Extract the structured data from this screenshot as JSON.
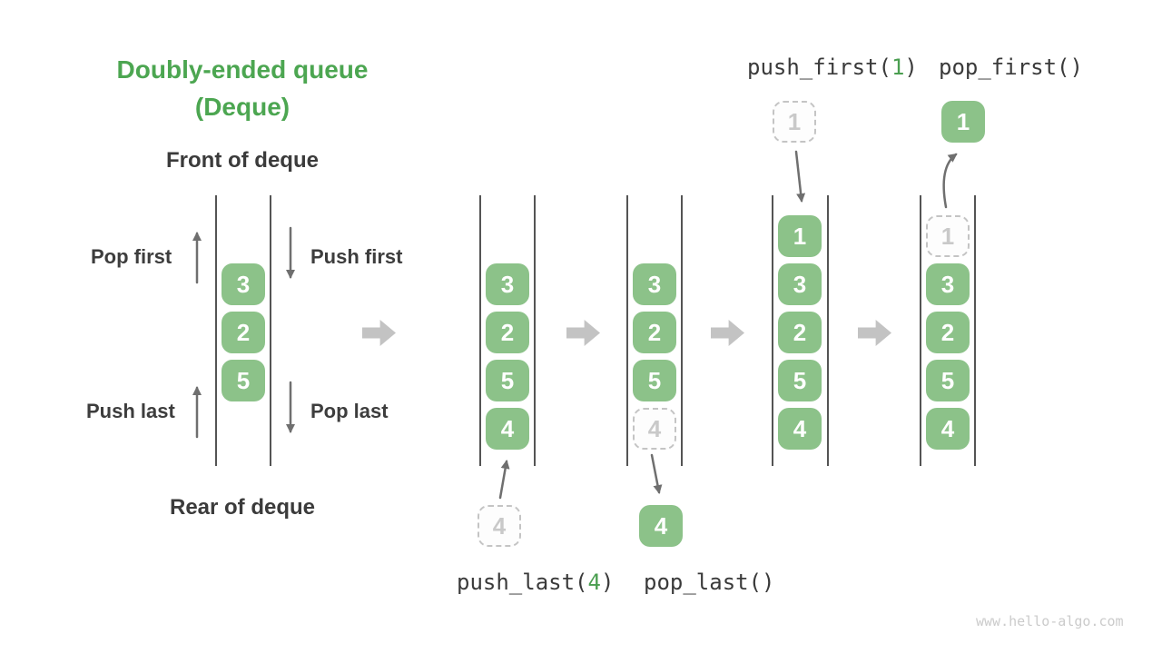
{
  "title": {
    "line1": "Doubly-ended queue",
    "line2": "(Deque)"
  },
  "labels": {
    "front": "Front of deque",
    "rear": "Rear of deque",
    "pop_first": "Pop first",
    "push_first": "Push first",
    "push_last": "Push last",
    "pop_last": "Pop last"
  },
  "ops": {
    "push_last": {
      "pre": "push_last(",
      "arg": "4",
      "post": ")"
    },
    "pop_last": {
      "text": "pop_last()"
    },
    "push_first": {
      "pre": "push_first(",
      "arg": "1",
      "post": ")"
    },
    "pop_first": {
      "text": "pop_first()"
    }
  },
  "intro": {
    "cells": [
      "3",
      "2",
      "5"
    ]
  },
  "states": [
    {
      "cells": [
        "3",
        "2",
        "5",
        "4"
      ],
      "external": "4"
    },
    {
      "cells": [
        "3",
        "2",
        "5",
        "4"
      ],
      "external": "4"
    },
    {
      "cells": [
        "1",
        "3",
        "2",
        "5",
        "4"
      ],
      "external": "1"
    },
    {
      "cells": [
        "1",
        "3",
        "2",
        "5",
        "4"
      ],
      "external": "1"
    }
  ],
  "watermark": "www.hello-algo.com",
  "colors": {
    "title_green": "#4CA651",
    "box_green": "#8CC289",
    "code_arg_green": "#4A9E50",
    "dark_text": "#3B3B3B",
    "small_arrow": "#6F6F6F",
    "big_arrow": "#C3C3C3",
    "dashed_border": "#C4C4C4",
    "rail": "#545454",
    "watermark_gray": "#CBCBCB"
  }
}
